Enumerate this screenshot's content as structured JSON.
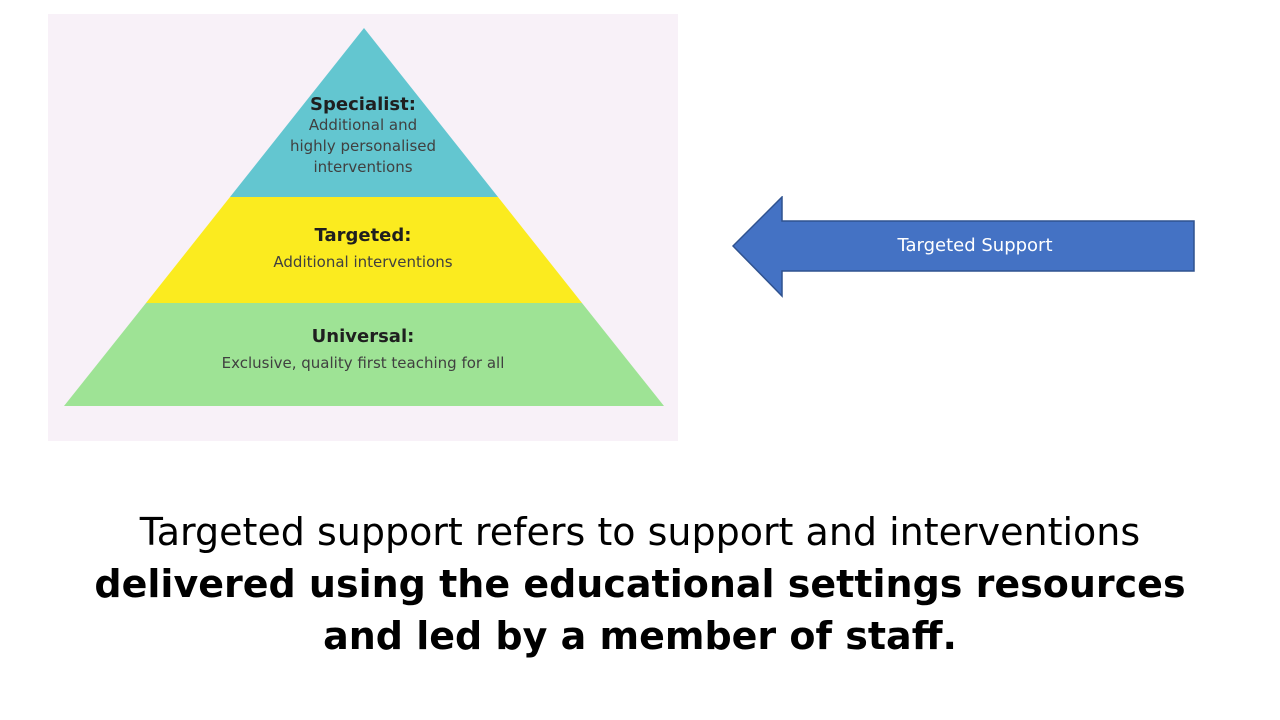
{
  "pyramid": {
    "tiers": [
      {
        "title": "Specialist:",
        "description_lines": [
          "Additional and",
          "highly personalised",
          "interventions"
        ],
        "color": "#63c6d0"
      },
      {
        "title": "Targeted:",
        "description_lines": [
          "Additional interventions"
        ],
        "color": "#fbeb1f"
      },
      {
        "title": "Universal:",
        "description_lines": [
          "Exclusive, quality first teaching for all"
        ],
        "color": "#9ee395"
      }
    ],
    "panel_background": "#f8f1f8"
  },
  "arrow": {
    "label": "Targeted Support",
    "fill_color": "#4472c4",
    "border_color": "#2f528f"
  },
  "caption": {
    "normal_text": "Targeted support refers to support and interventions",
    "bold_text": "delivered using the educational settings resources and led by a member of staff."
  }
}
